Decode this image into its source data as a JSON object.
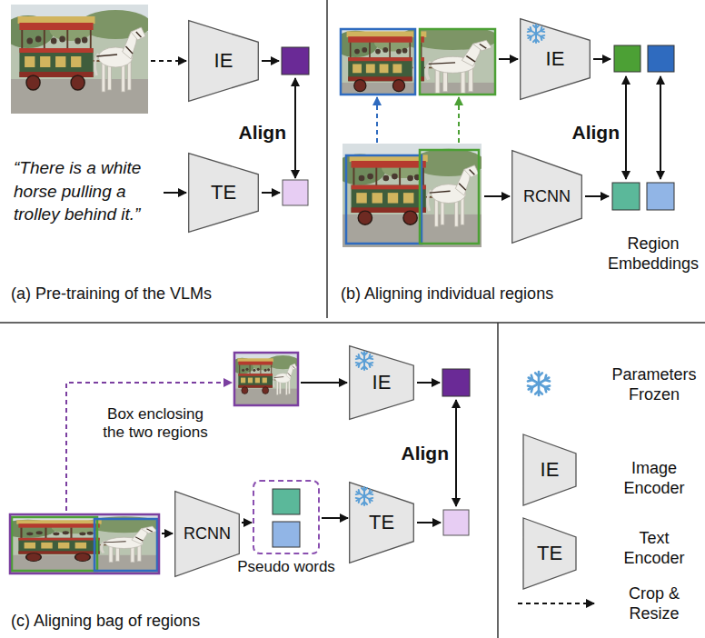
{
  "diagram": {
    "nodes": [
      {
        "text": [
          "IE"
        ]
      },
      {
        "text": [
          "TE"
        ]
      },
      {
        "text": [
          "IE"
        ]
      },
      {
        "text": [
          "RCNN"
        ]
      },
      {
        "text": [
          "IE"
        ]
      },
      {
        "text": [
          "RCNN"
        ]
      },
      {
        "text": [
          "Pseudo words"
        ]
      },
      {
        "text": [
          "TE"
        ]
      }
    ],
    "edges": [
      {
        "from": 5,
        "to": 6,
        "arrow": "to"
      },
      {
        "from": 6,
        "to": 7,
        "arrow": "to"
      }
    ],
    "labels": [
      "“There is a white horse pulling a trolley behind it.”",
      "Align",
      "Align",
      "Region Embeddings",
      "Box enclosing the two regions",
      "Align",
      "(a) Pre-training of the VLMs",
      "(b) Aligning individual regions",
      "(c) Aligning bag of regions",
      "IE",
      "TE"
    ],
    "legend": [
      {
        "text": "Parameters Frozen"
      },
      {
        "text": "Image Encoder"
      },
      {
        "text": "Text Encoder"
      },
      {
        "text": "Crop & Resize"
      }
    ]
  }
}
